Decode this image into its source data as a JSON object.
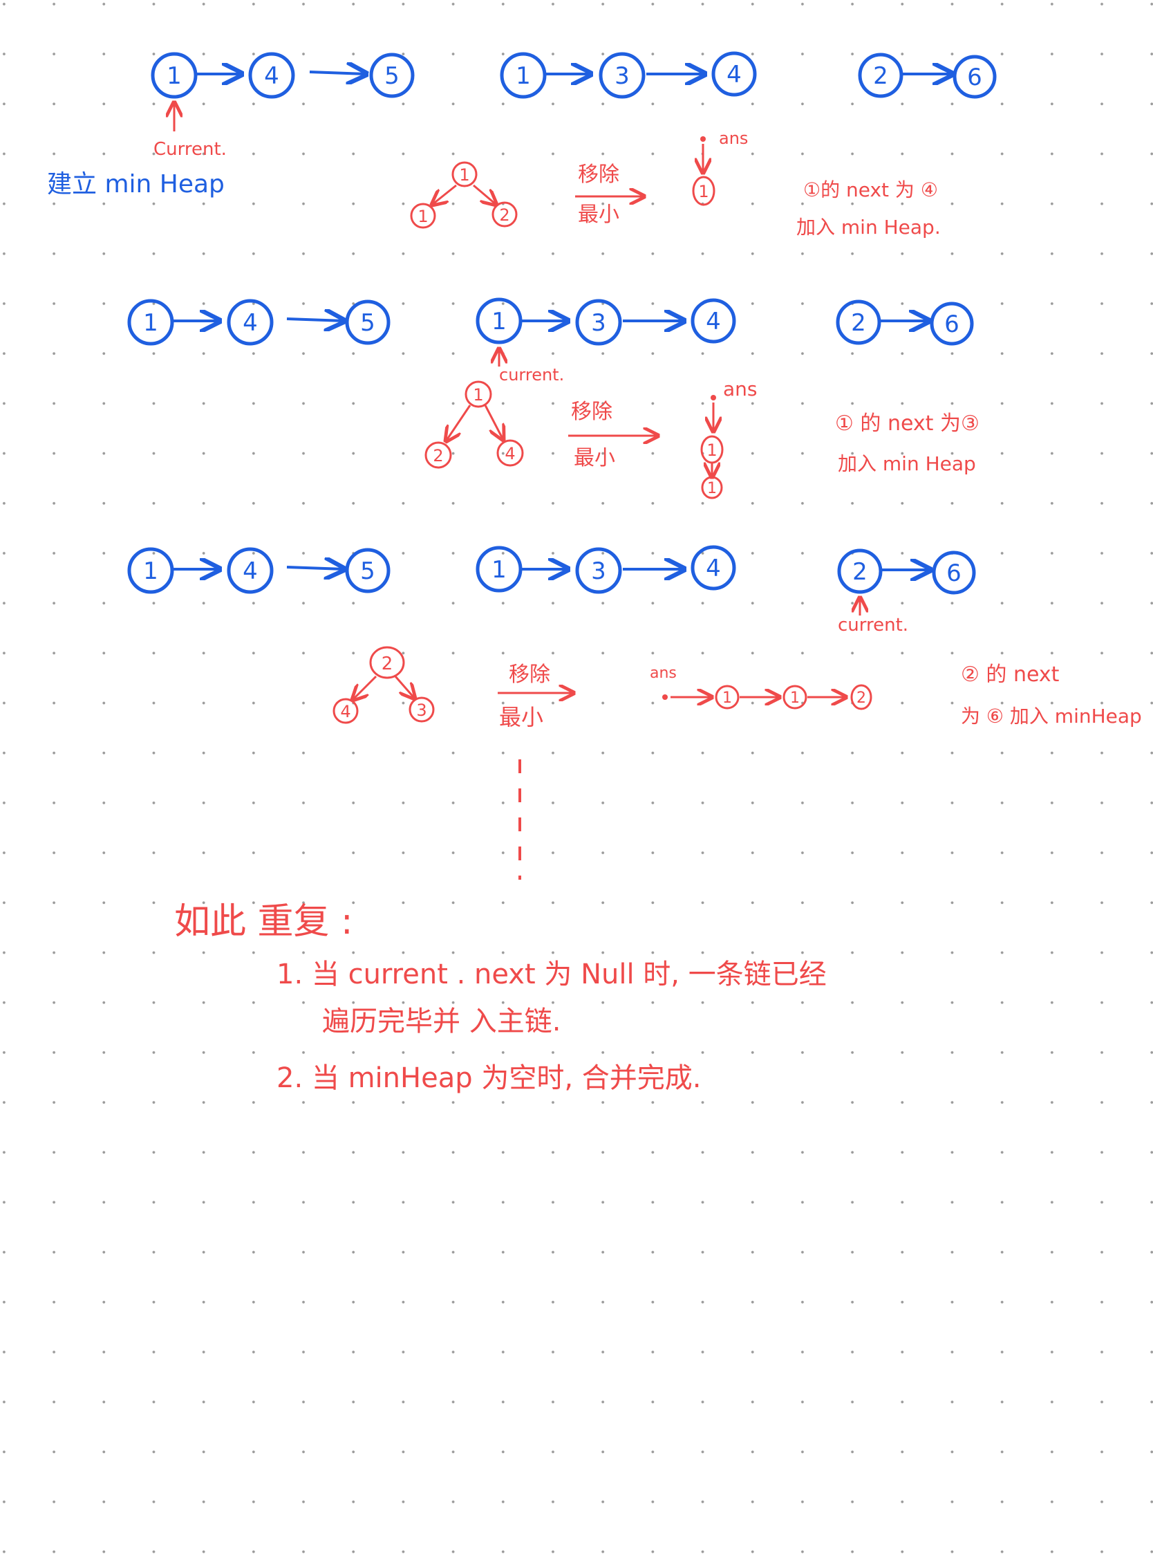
{
  "colors": {
    "blue": "#1f5fe0",
    "red": "#ef4a4a",
    "dot_grid": "#9a9a9a",
    "background": "#ffffff"
  },
  "rows": [
    {
      "lists": [
        [
          "1",
          "4",
          "5"
        ],
        [
          "1",
          "3",
          "4"
        ],
        [
          "2",
          "6"
        ]
      ],
      "current_label": "Current.",
      "side_label": "建立 min Heap",
      "heap": {
        "root": "1",
        "left": "1",
        "right": "2"
      },
      "op_label_top": "移除",
      "op_label_bottom": "最小",
      "ans_label": "ans",
      "ans_nodes": [
        "1"
      ],
      "note_line1": "①的 next 为 ④",
      "note_line2": "加入 min Heap."
    },
    {
      "lists": [
        [
          "1",
          "4",
          "5"
        ],
        [
          "1",
          "3",
          "4"
        ],
        [
          "2",
          "6"
        ]
      ],
      "current_label": "current.",
      "heap": {
        "root": "1",
        "left": "2",
        "right": "4"
      },
      "op_label_top": "移除",
      "op_label_bottom": "最小",
      "ans_label": "ans",
      "ans_nodes": [
        "1",
        "1"
      ],
      "note_line1": "① 的 next 为③",
      "note_line2": "加入 min Heap"
    },
    {
      "lists": [
        [
          "1",
          "4",
          "5"
        ],
        [
          "1",
          "3",
          "4"
        ],
        [
          "2",
          "6"
        ]
      ],
      "current_label": "current.",
      "heap": {
        "root": "2",
        "left": "4",
        "right": "3"
      },
      "op_label_top": "移除",
      "op_label_bottom": "最小",
      "ans_label": "ans",
      "ans_nodes": [
        "1",
        "1",
        "2"
      ],
      "note_line1": "② 的 next",
      "note_line2": "为 ⑥ 加入 minHeap"
    }
  ],
  "summary": {
    "title": "如此 重复 :",
    "item1_line1": "1. 当  current . next  为 Null 时, 一条链已经",
    "item1_line2": "遍历完毕并 入主链.",
    "item2": "2. 当 minHeap 为空时, 合并完成."
  }
}
